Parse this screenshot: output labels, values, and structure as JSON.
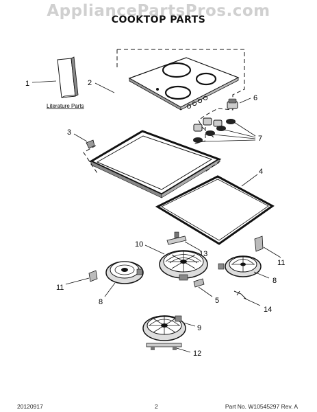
{
  "watermark": "AppliancePartsPros.com",
  "title": "COOKTOP PARTS",
  "callouts": {
    "c1": "1",
    "c2": "2",
    "c3": "3",
    "c4": "4",
    "c5": "5",
    "c6": "6",
    "c7": "7",
    "c8a": "8",
    "c8b": "8",
    "c9": "9",
    "c10": "10",
    "c11a": "11",
    "c11b": "11",
    "c12": "12",
    "c13": "13",
    "c14": "14"
  },
  "literature_label": "Literature Parts",
  "footer": {
    "date": "20120917",
    "page": "2",
    "part_no": "Part No. W10545297  Rev. A"
  }
}
